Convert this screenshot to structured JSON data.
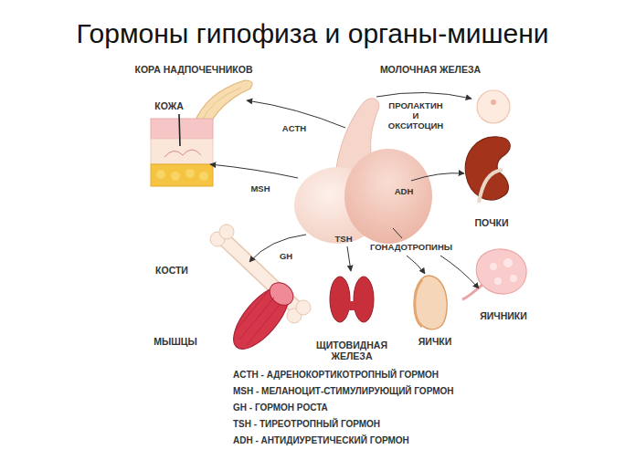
{
  "diagram": {
    "title": "Гормоны гипофиза и органы-мишени",
    "nodes": [
      {
        "text": [
          "КОРА НАДПОЧЕЧНИКОВ"
        ]
      },
      {
        "text": [
          "МОЛОЧНАЯ ЖЕЛЕЗА"
        ]
      },
      {
        "text": [
          "КОЖА"
        ]
      },
      {
        "text": [
          "ПОЧКИ"
        ]
      },
      {
        "text": [
          "КОСТИ"
        ]
      },
      {
        "text": [
          "МЫШЦЫ"
        ]
      },
      {
        "text": [
          "ЩИТОВИДНАЯ ЖЕЛЕЗА"
        ]
      },
      {
        "text": [
          "ЯИЧКИ"
        ]
      },
      {
        "text": [
          "ЯИЧНИКИ"
        ]
      }
    ],
    "labels": [
      "ACTH",
      "ПРОЛАКТИН И ОКСИТОЦИН",
      "MSH",
      "ADH",
      "ГОНАДОТРОПИНЫ",
      "GH",
      "TSH",
      "ACTH - АДРЕНОКОРТИКОТРОПНЫЙ ГОРМОН",
      "MSH - МЕЛАНОЦИТ-СТИМУЛИРУЮЩИЙ ГОРМОН",
      "GH - ГОРМОН РОСТА",
      "TSH - ТИРЕОТРОПНЫЙ ГОРМОН",
      "ADH - АНТИДИУРЕТИЧЕСКИЙ ГОРМОН"
    ]
  }
}
